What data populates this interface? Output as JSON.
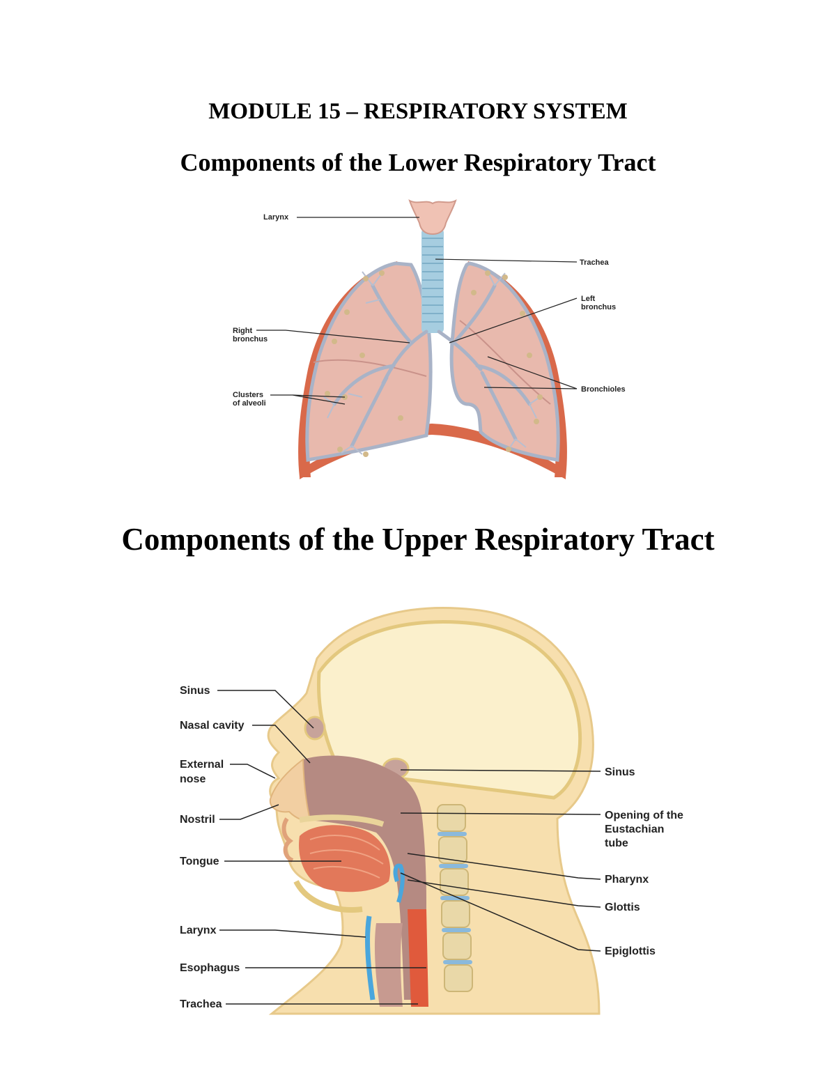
{
  "page": {
    "module_title": "MODULE 15 – RESPIRATORY SYSTEM",
    "lower_title": "Components of the Lower Respiratory Tract",
    "upper_title": "Components of the Upper Respiratory Tract"
  },
  "lower_diagram": {
    "labels": {
      "larynx": "Larynx",
      "trachea": "Trachea",
      "left_bronchus_1": "Left",
      "left_bronchus_2": "bronchus",
      "right_bronchus_1": "Right",
      "right_bronchus_2": "bronchus",
      "clusters_1": "Clusters",
      "clusters_2": "of alveoli",
      "bronchioles": "Bronchioles"
    }
  },
  "upper_diagram": {
    "labels": {
      "sinus_left": "Sinus",
      "nasal_cavity": "Nasal cavity",
      "external_nose_1": "External",
      "external_nose_2": "nose",
      "nostril": "Nostril",
      "tongue": "Tongue",
      "larynx": "Larynx",
      "esophagus": "Esophagus",
      "trachea": "Trachea",
      "sinus_right": "Sinus",
      "eustachian_1": "Opening of the",
      "eustachian_2": "Eustachian",
      "eustachian_3": "tube",
      "pharynx": "Pharynx",
      "glottis": "Glottis",
      "epiglottis": "Epiglottis"
    }
  },
  "colors": {
    "lung": "#e8b9ad",
    "pleura": "#a9b3c7",
    "rib_muscle": "#d9694a",
    "trachea": "#a6cde0",
    "skin": "#f7dfae",
    "brain_area": "#fbf0cc",
    "airway": "#b58a82",
    "tongue": "#e2785a"
  }
}
